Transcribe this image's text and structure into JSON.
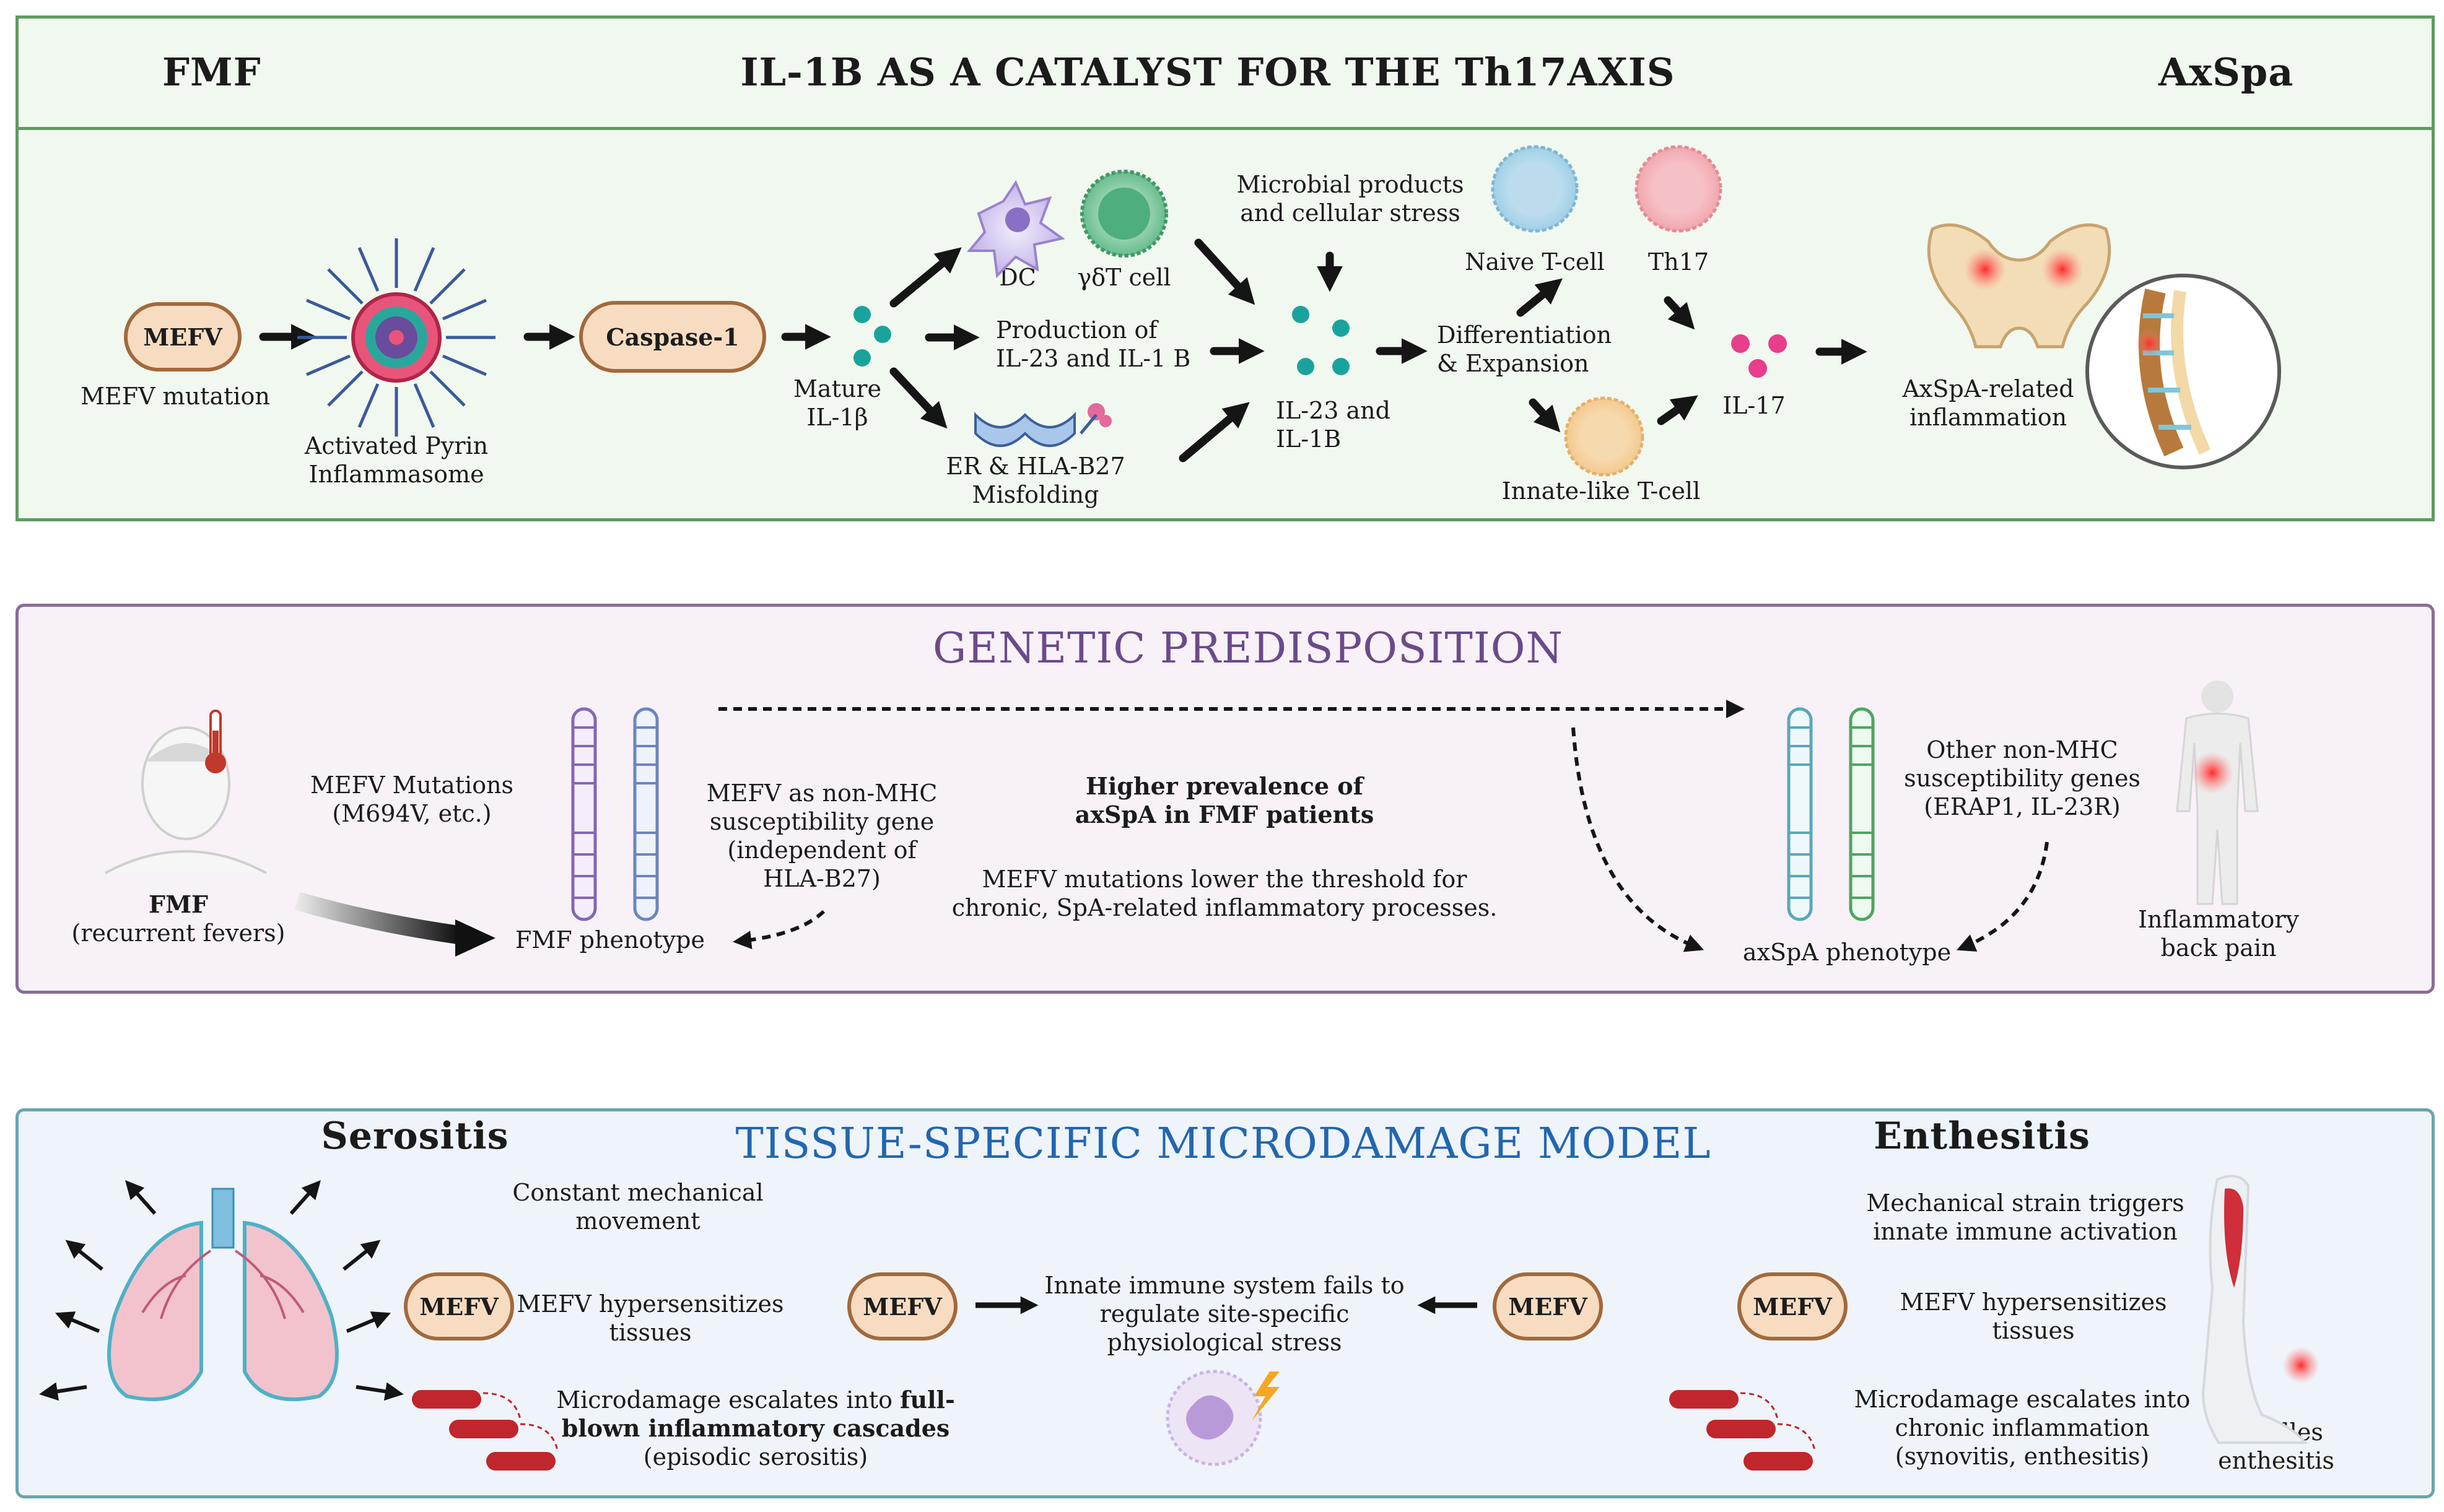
{
  "panel1": {
    "left_header": "FMF",
    "title": "IL-1B AS A CATALYST FOR THE Th17AXIS",
    "right_header": "AxSpa",
    "mefv_pill": "MEFV",
    "mefv_mutation": "MEFV mutation",
    "inflammasome_l1": "Activated Pyrin",
    "inflammasome_l2": "Inflammasome",
    "caspase_pill": "Caspase-1",
    "mature_l1": "Mature",
    "mature_l2": "IL-1β",
    "dc": "DC",
    "gdt": "γδT cell",
    "production_l1": "Production of",
    "production_l2": "IL-23 and IL-1 B",
    "er_l1": "ER & HLA-B27",
    "er_l2": "Misfolding",
    "microbial_l1": "Microbial products",
    "microbial_l2": "and cellular stress",
    "il23_l1": "IL-23 and",
    "il23_l2": "IL-1B",
    "diff_l1": "Differentiation",
    "diff_l2": "& Expansion",
    "naive": "Naive T-cell",
    "th17": "Th17",
    "innate": "Innate-like T-cell",
    "il17": "IL-17",
    "axspa_l1": "AxSpA-related",
    "axspa_l2": "inflammation"
  },
  "panel2": {
    "title": "GENETIC PREDISPOSITION",
    "fmf_l1": "FMF",
    "fmf_l2": "(recurrent fevers)",
    "mefv_mut_l1": "MEFV Mutations",
    "mefv_mut_l2": "(M694V, etc.)",
    "fmf_phenotype": "FMF phenotype",
    "nonmhc_l1": "MEFV as non-MHC",
    "nonmhc_l2": "susceptibility gene",
    "nonmhc_l3": "(independent of",
    "nonmhc_l4": "HLA-B27)",
    "prev_l1": "Higher prevalence of",
    "prev_l2": "axSpA in FMF patients",
    "threshold_l1": "MEFV mutations lower the threshold for",
    "threshold_l2": "chronic, SpA-related inflammatory processes.",
    "other_l1": "Other non-MHC",
    "other_l2": "susceptibility genes",
    "other_l3": "(ERAP1, IL-23R)",
    "axspa_phenotype": "axSpA phenotype",
    "ibp_l1": "Inflammatory",
    "ibp_l2": "back pain"
  },
  "panel3": {
    "title": "TISSUE-SPECIFIC MICRODAMAGE MODEL",
    "serositis": "Serositis",
    "enthesitis": "Enthesitis",
    "constant_l1": "Constant mechanical",
    "constant_l2": "movement",
    "mefv_pill": "MEFV",
    "hyper_l1": "MEFV hypersensitizes",
    "hyper_l2": "tissues",
    "micro_left_l1a": "Microdamage escalates into ",
    "micro_left_l1b": "full-",
    "micro_left_l2": "blown inflammatory cascades",
    "micro_left_l3": "(episodic serositis)",
    "innate_l1": "Innate immune system fails to",
    "innate_l2": "regulate site-specific",
    "innate_l3": "physiological stress",
    "strain_l1": "Mechanical strain triggers",
    "strain_l2": "innate immune activation",
    "micro_right_l1": "Microdamage escalates into",
    "micro_right_l2": "chronic inflammation",
    "micro_right_l3": "(synovitis, enthesitis)",
    "achilles_l1": "Achilles",
    "achilles_l2": "enthesitis"
  },
  "colors": {
    "panel1_border": "#5e9b61",
    "panel2_border": "#8a6c98",
    "panel2_title": "#6b4a8a",
    "panel3_border": "#6aa4b0",
    "panel3_title": "#2266b0",
    "pill_fill": "#f7dcc1",
    "pill_border": "#a2693c",
    "teal_dots": "#1aa39c",
    "pink_dots": "#e83e8c"
  }
}
